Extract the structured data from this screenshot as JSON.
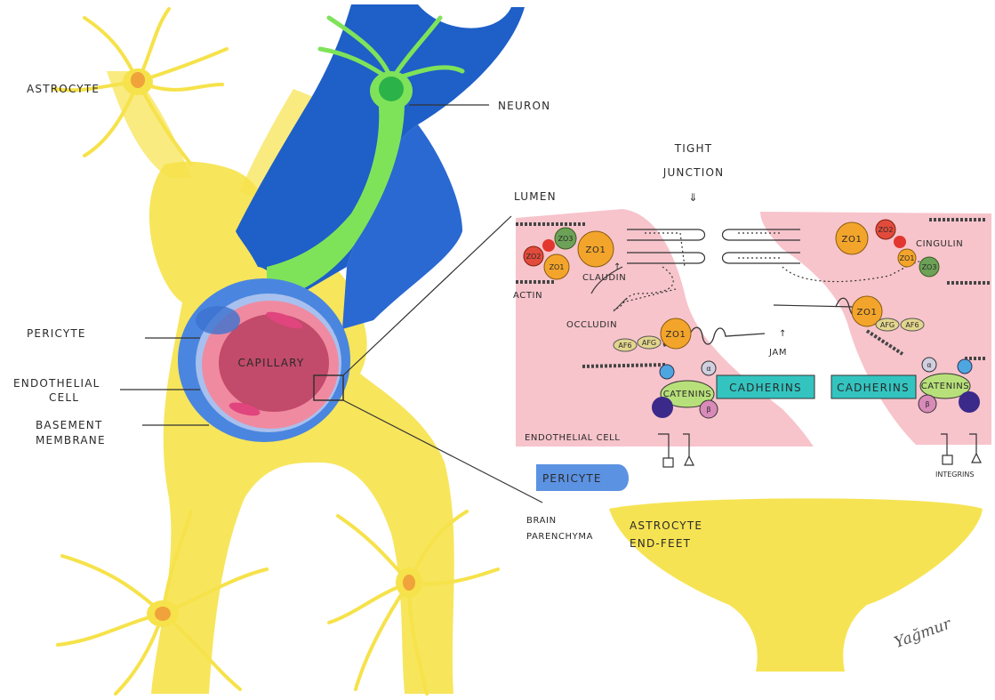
{
  "labels": {
    "astrocyte": "ASTROCYTE",
    "neuron": "NEURON",
    "pericyte": "PERICYTE",
    "endothelial_cell": "ENDOTHELIAL",
    "endothelial_cell_2": "CELL",
    "basement_membrane": "BASEMENT",
    "basement_membrane_2": "MEMBRANE",
    "capillary": "CAPILLARY",
    "tight_junction": "TIGHT",
    "tight_junction_2": "JUNCTION",
    "lumen": "LUMEN",
    "actin": "ACTIN",
    "claudin": "CLAUDIN",
    "occludin": "OCCLUDIN",
    "jam": "JAM",
    "cingulin": "CINGULIN",
    "catenins": "CATENINS",
    "cadherins": "CADHERINS",
    "endothelial_cell_full": "ENDOTHELIAL CELL",
    "integrins": "INTEGRINS",
    "pericyte_box": "PERICYTE",
    "brain": "BRAIN",
    "parenchyma": "PARENCHYMA",
    "astrocyte_endfeet": "ASTROCYTE",
    "astrocyte_endfeet_2": "END-FEET",
    "zo1": "ZO1",
    "zo2": "ZO2",
    "zo3": "ZO3",
    "af6": "AF6",
    "af6_right": "AF6",
    "afg": "AFG",
    "afg_right": "AFG",
    "alpha": "α",
    "beta": "β",
    "signature": "Yağmur"
  },
  "colors": {
    "astrocyte_yellow": "#f6e24a",
    "neuron_blue": "#1f5fc8",
    "neuron_green": "#7fe35a",
    "pericyte_blue": "#4a86df",
    "endothelial_pink": "#f08aa0",
    "capillary_lumen": "#c24a6a",
    "cell_pink": "#f7c4cb",
    "cadherin_teal": "#33c4c0",
    "zo1_orange": "#f3a52b",
    "zo2_red": "#e24b3b",
    "zo3_green": "#6ca257",
    "jam_khaki": "#e2d58d",
    "catenin_green": "#b8e07a"
  }
}
